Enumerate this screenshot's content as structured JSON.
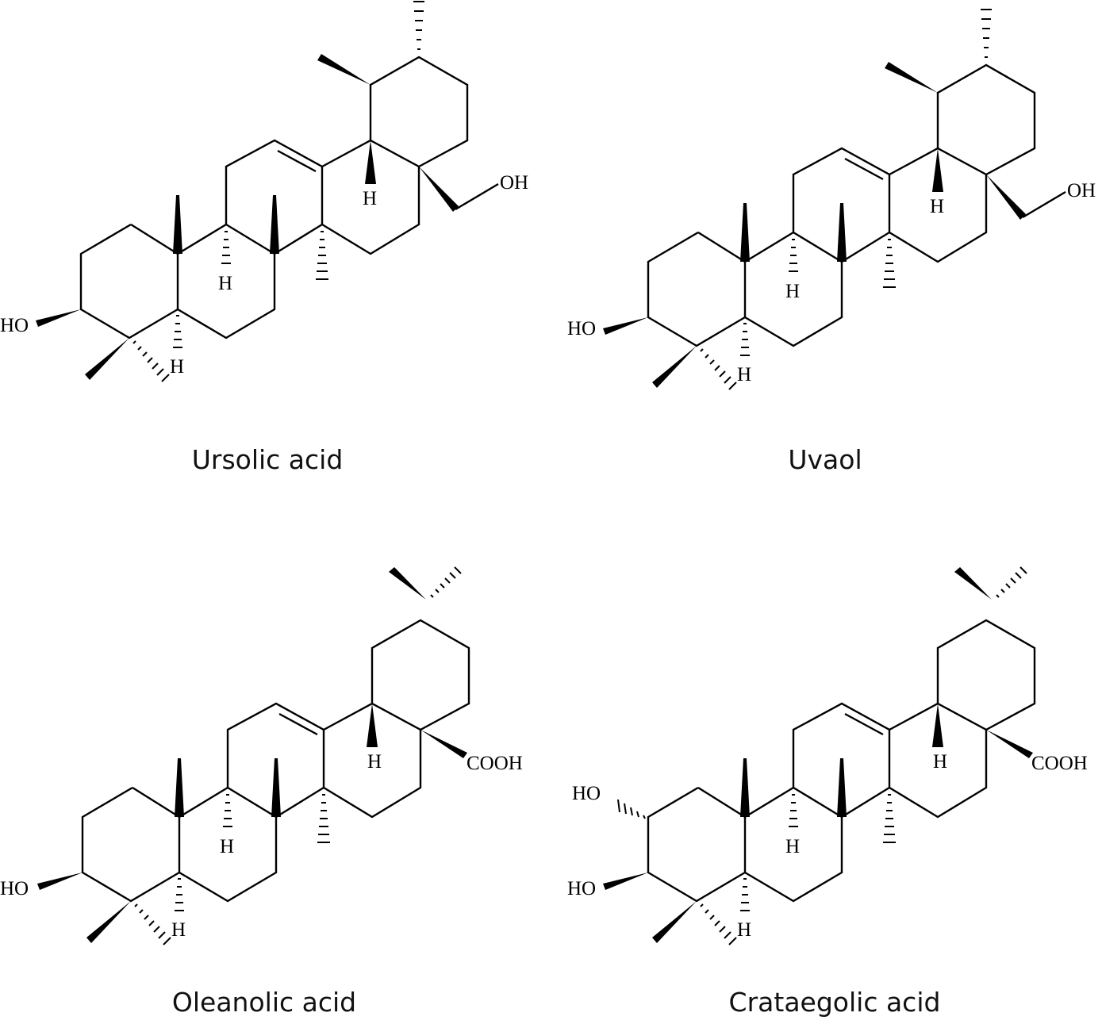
{
  "figure": {
    "molecules": [
      {
        "name": "Ursolic acid",
        "group_label": "OH",
        "substituents": [
          "HO"
        ],
        "h_labels": [
          "H",
          "H",
          "H"
        ]
      },
      {
        "name": "Uvaol",
        "group_label": "OH",
        "substituents": [
          "HO"
        ],
        "h_labels": [
          "H",
          "H",
          "H"
        ]
      },
      {
        "name": "Oleanolic acid",
        "group_label": "COOH",
        "substituents": [
          "HO"
        ],
        "h_labels": [
          "H",
          "H",
          "H"
        ]
      },
      {
        "name": "Crataegolic acid",
        "group_label": "COOH",
        "substituents": [
          "HO",
          "HO"
        ],
        "h_labels": [
          "H",
          "H",
          "H"
        ]
      }
    ]
  }
}
